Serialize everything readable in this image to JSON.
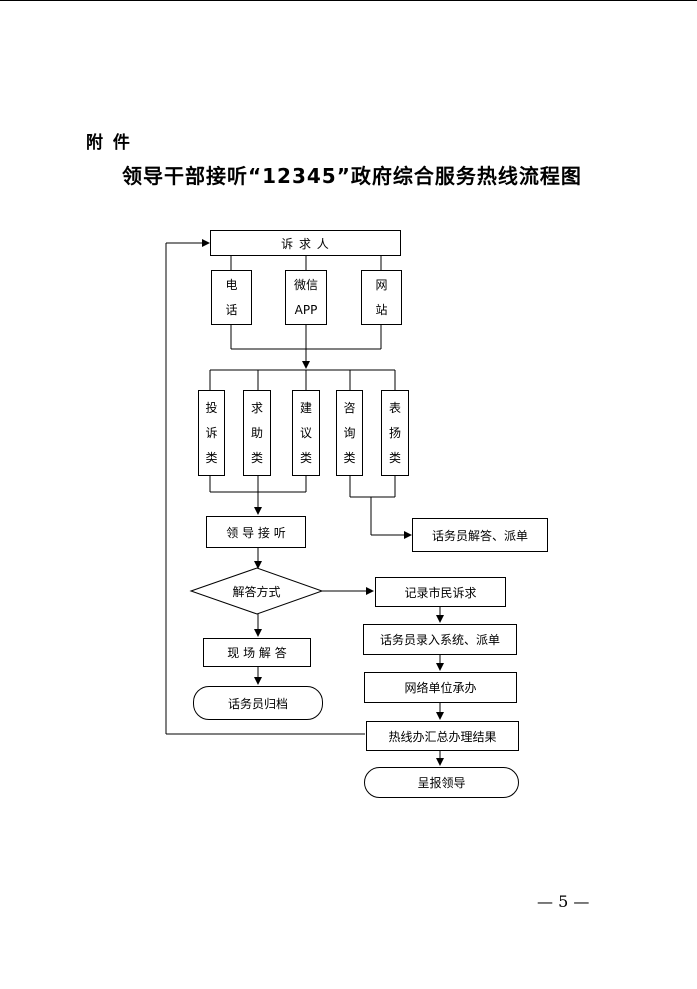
{
  "header": {
    "attachment_label": "附 件",
    "title": "领导干部接听“12345”政府综合服务热线流程图"
  },
  "flow": {
    "complainant": "诉    求    人",
    "channels": [
      {
        "line1": "电",
        "line2": "话"
      },
      {
        "line1": "微信",
        "line2": "APP"
      },
      {
        "line1": "网",
        "line2": "站"
      }
    ],
    "categories": [
      {
        "c1": "投",
        "c2": "诉",
        "c3": "类"
      },
      {
        "c1": "求",
        "c2": "助",
        "c3": "类"
      },
      {
        "c1": "建",
        "c2": "议",
        "c3": "类"
      },
      {
        "c1": "咨",
        "c2": "询",
        "c3": "类"
      },
      {
        "c1": "表",
        "c2": "扬",
        "c3": "类"
      }
    ],
    "leader_answer": "领 导 接 听",
    "operator_dispatch": "话务员解答、派单",
    "answer_method": "解答方式",
    "record_appeal": "记录市民诉求",
    "onsite_answer": "现 场 解 答",
    "operator_entry": "话务员录入系统、派单",
    "operator_archive": "话务员归档",
    "network_unit": "网络单位承办",
    "hotline_summary": "热线办汇总办理结果",
    "report_leader": "呈报领导"
  },
  "footer": {
    "page_number": "— 5 —"
  }
}
